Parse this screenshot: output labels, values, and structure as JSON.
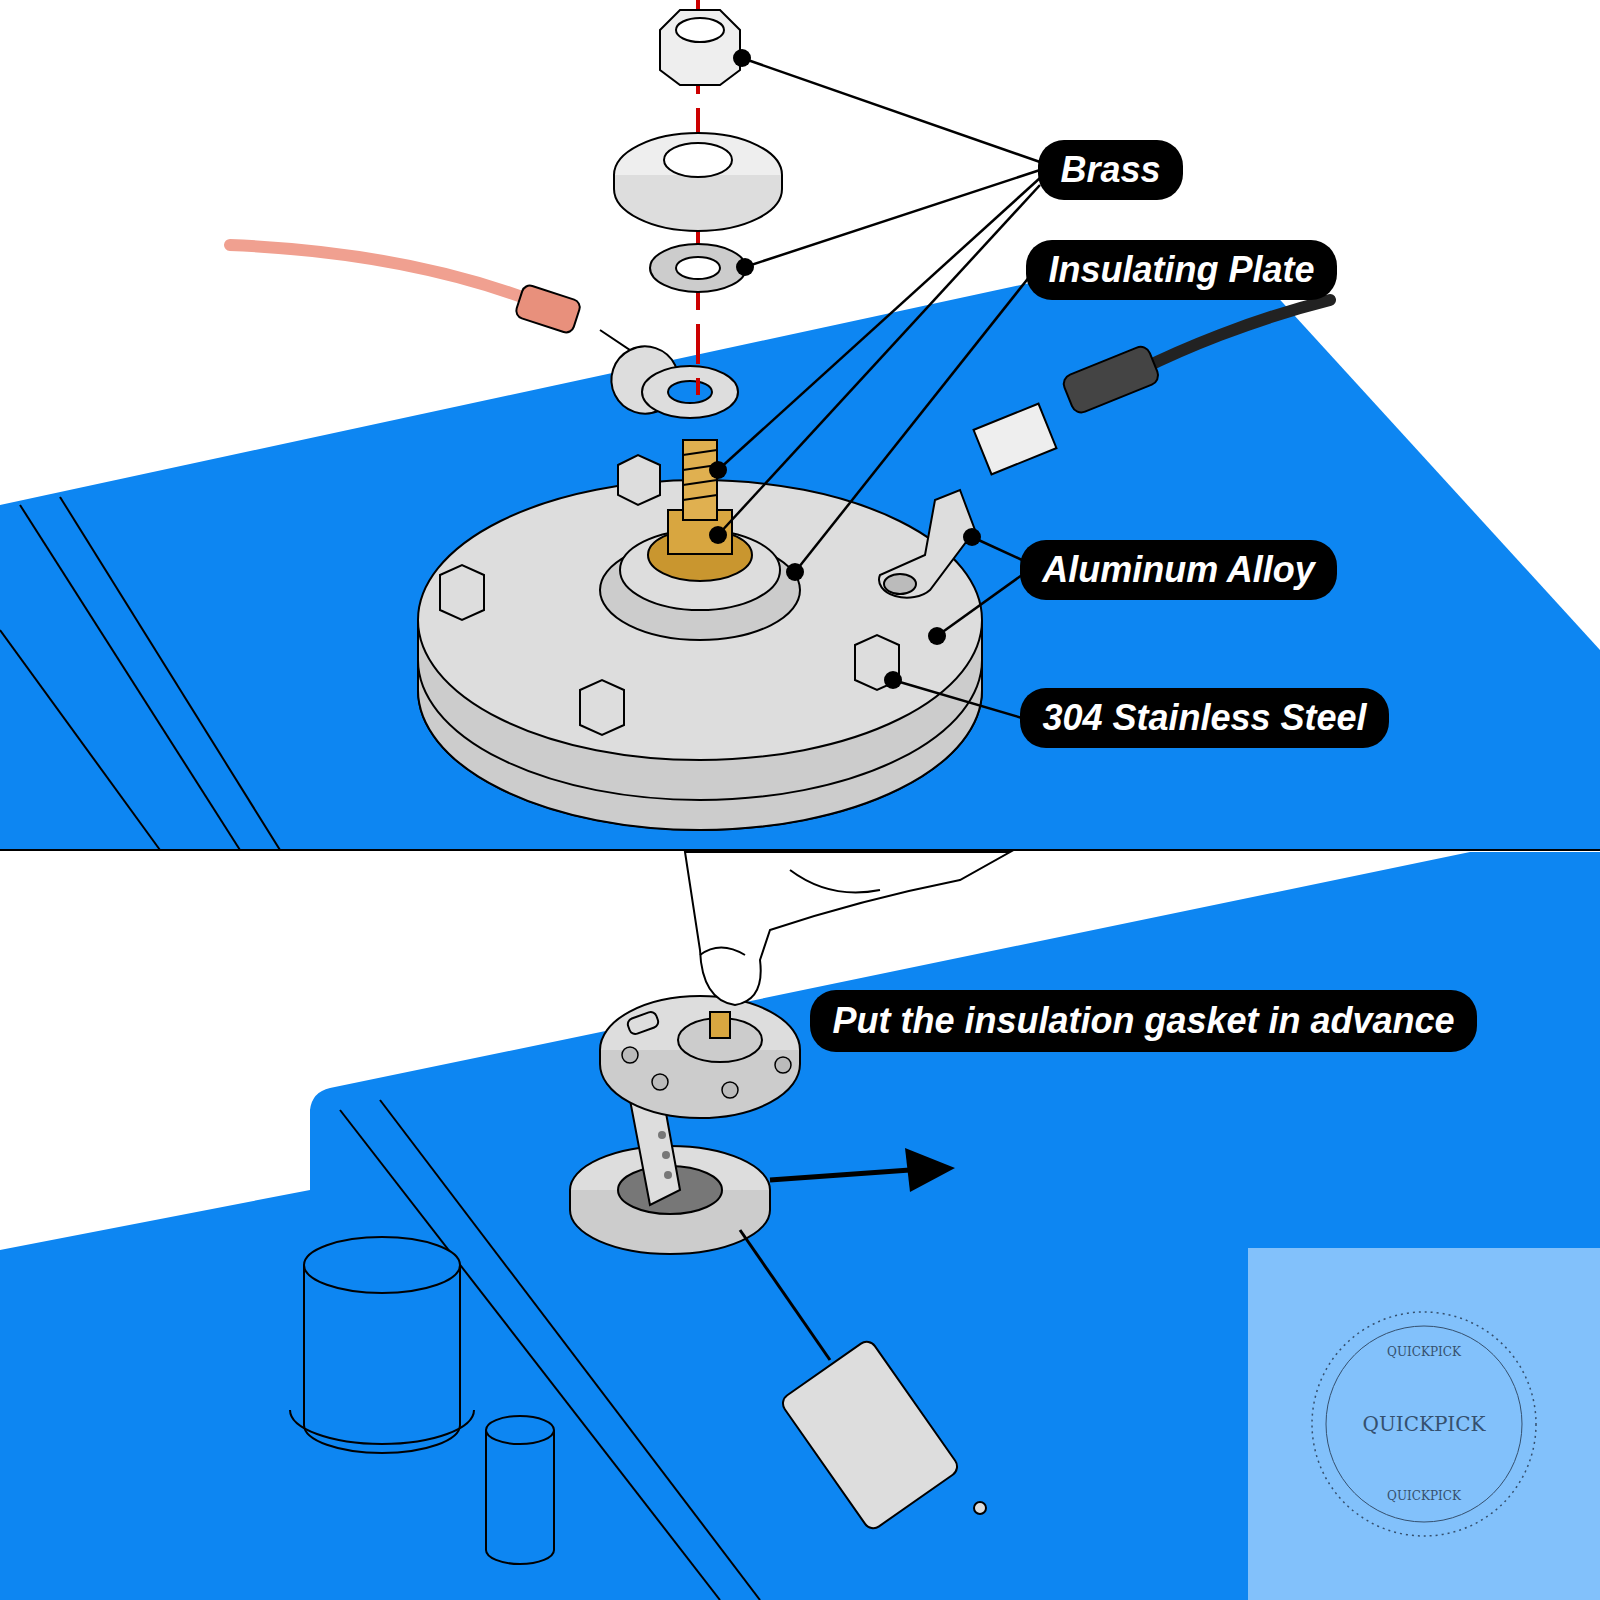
{
  "diagram": {
    "nodes": [
      {
        "text": [
          "Brass"
        ]
      },
      {
        "text": [
          "Insulating Plate"
        ]
      },
      {
        "text": [
          "Aluminum Alloy"
        ]
      },
      {
        "text": [
          "304 Stainless Steel"
        ]
      },
      {
        "text": [
          "Put the insulation gasket in advance"
        ]
      }
    ],
    "labels": [
      "QUICKPICK",
      "QUICKPICK",
      "QUICKPICK"
    ]
  }
}
